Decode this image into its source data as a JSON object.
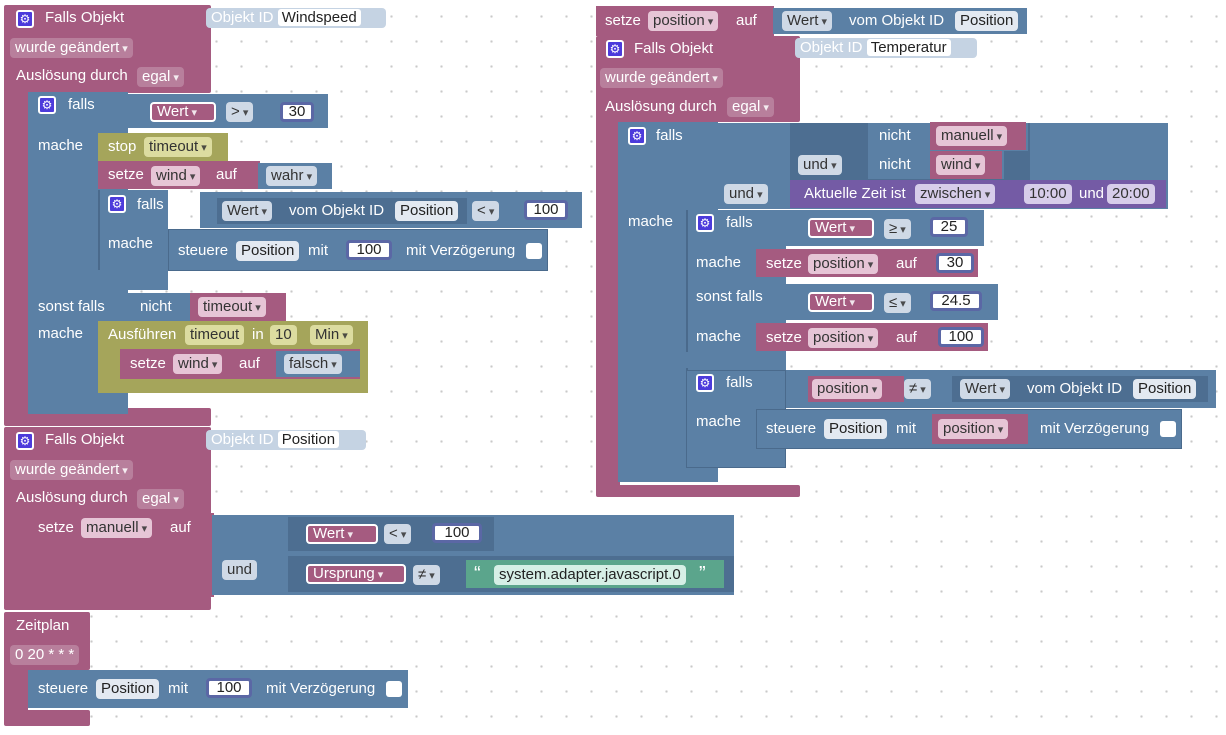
{
  "common": {
    "falls_objekt": "Falls Objekt",
    "objekt_id": "Objekt ID",
    "wurde_geaendert": "wurde geändert",
    "ausloesung_durch": "Auslösung durch",
    "egal": "egal",
    "falls": "falls",
    "mache": "mache",
    "sonst_falls": "sonst falls",
    "nicht": "nicht",
    "und": "und",
    "auf": "auf",
    "setze": "setze",
    "steuere": "steuere",
    "mit": "mit",
    "mit_verzoegerung": "mit Verzögerung",
    "wert": "Wert",
    "vom_objekt_id": "vom Objekt ID",
    "position_obj": "Position",
    "position_var": "position"
  },
  "block1": {
    "objekt": "Windspeed",
    "cmp_op": ">",
    "cmp_val": "30",
    "stop": "stop",
    "timeout": "timeout",
    "wind": "wind",
    "wahr": "wahr",
    "lt": "<",
    "val100": "100",
    "ausfuehren": "Ausführen",
    "in": "in",
    "ten": "10",
    "min": "Min",
    "falsch": "falsch"
  },
  "block2": {
    "objekt": "Position",
    "manuell": "manuell",
    "lt": "<",
    "val100": "100",
    "ursprung": "Ursprung",
    "ne": "≠",
    "quote_open": "“",
    "quote_close": "”",
    "adapter": "system.adapter.javascript.0"
  },
  "block3": {
    "zeitplan": "Zeitplan",
    "cron": "0 20 * * *",
    "val100": "100"
  },
  "block4": {
    "objekt": "Temperatur",
    "manuell": "manuell",
    "wind": "wind",
    "aktuelle_zeit": "Aktuelle Zeit ist",
    "zwischen": "zwischen",
    "from": "10:00",
    "to": "20:00",
    "ge": "≥",
    "v25": "25",
    "v30": "30",
    "le": "≤",
    "v245": "24.5",
    "v100": "100",
    "ne": "≠"
  }
}
